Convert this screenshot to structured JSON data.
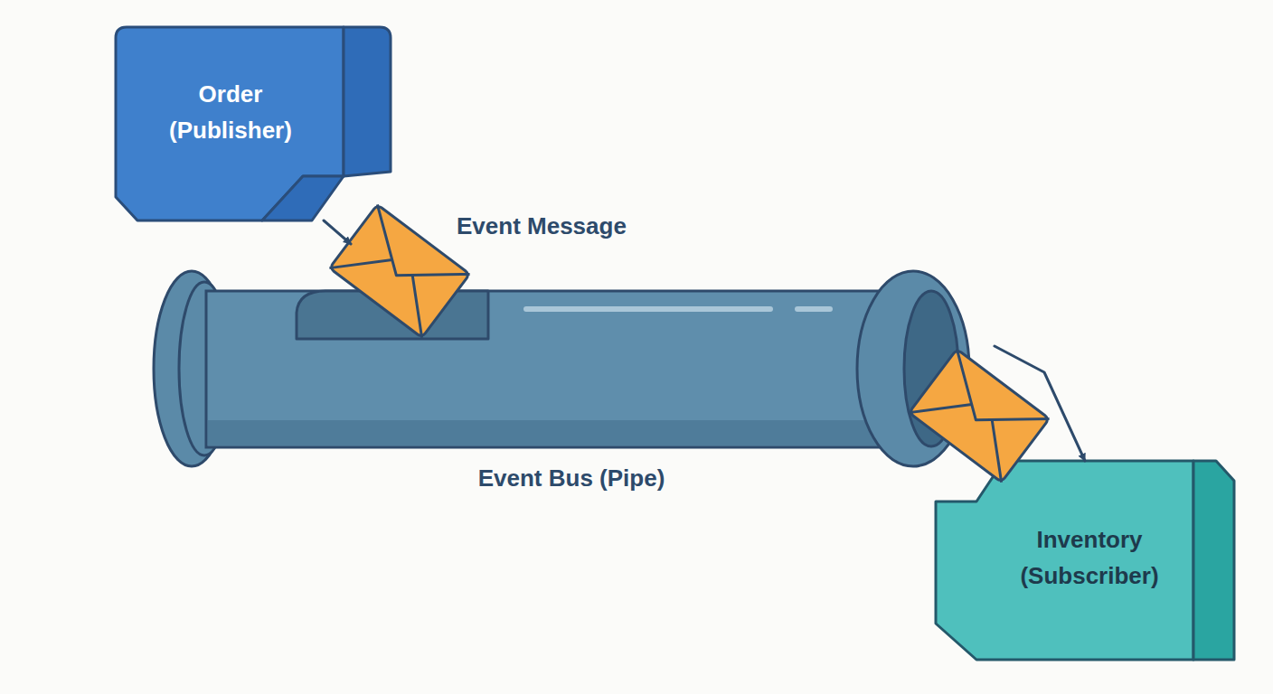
{
  "diagram": {
    "nodes": [
      {
        "text": [
          "Order (Publisher)"
        ]
      },
      {
        "text": [
          "Event Bus (Pipe)"
        ]
      },
      {
        "text": [
          "Inventory (Subscriber)"
        ]
      }
    ],
    "edges": [
      {
        "from": 0,
        "to": 1,
        "arrow": "to"
      },
      {
        "from": 1,
        "to": 2,
        "arrow": "to"
      }
    ],
    "labels": [
      "Event Message"
    ]
  }
}
